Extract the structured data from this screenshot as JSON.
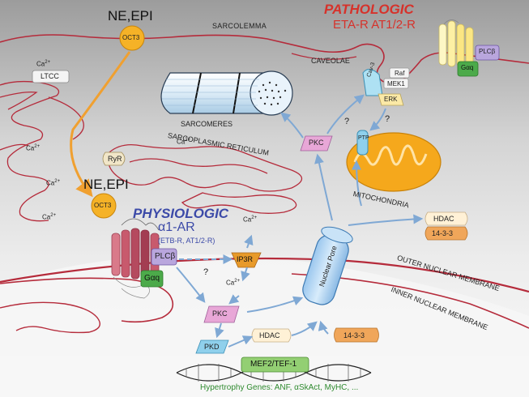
{
  "colors": {
    "membrane": "#b52b3b",
    "arrow_blue": "#7fa8d4",
    "arrow_orange": "#f0a030",
    "pathologic": "#d6322b",
    "physiologic": "#3c4aa8",
    "pkc": "#e8a7d7",
    "pkd": "#8fd0ec",
    "ip3r": "#e89a2a",
    "gaq": "#4caa4a",
    "plcb": "#b9a6dd",
    "hdac": "#fff1d6",
    "p1433": "#f0a65a",
    "mef2": "#93cf73",
    "genes_text": "#2f8a2f",
    "mito": "#f5a81c"
  },
  "labels": {
    "ne_epi_top": "NE,EPI",
    "ne_epi_mid": "NE,EPI",
    "oct3_top": "OCT3",
    "oct3_mid": "OCT3",
    "sarcolemma": "SARCOLEMMA",
    "pathologic": "PATHOLOGIC",
    "pathologic_receptors": "ETA-R AT1/2-R",
    "caveolae": "CAVEOLAE",
    "cav3": "Cav-3",
    "raf": "Raf",
    "mek1": "MEK1",
    "erk": "ERK",
    "ptp": "PTP",
    "mitochondria": "MITOCHONDRIA",
    "sarcomeres": "SARCOMERES",
    "sarcoplasmic_reticulum": "SARCOPLASMIC RETICULUM",
    "ryr": "RyR",
    "ltcc": "LTCC",
    "ca": "Ca",
    "ca_sup": "2+",
    "physiologic": "PHYSIOLOGIC",
    "a1ar_alpha": "α",
    "a1ar_rest": "1-AR",
    "etb_line": "(ETB-R, AT1/2-R)",
    "plcb_main": "PLCβ",
    "plcb_top": "PLCβ",
    "gaq_main": "Gαq",
    "gaq_top": "Gαq",
    "ip3r": "IP3R",
    "pkc_top": "PKC",
    "pkc_bottom": "PKC",
    "pkd": "PKD",
    "hdac_right": "HDAC",
    "hdac_bottom": "HDAC",
    "p1433_right": "14-3-3",
    "p1433_bottom": "14-3-3",
    "nuclear_pore": "Nuclear Pore",
    "outer_nuclear_membrane": "OUTER NUCLEAR MEMBRANE",
    "inner_nuclear_membrane": "INNER NUCLEAR MEMBRANE",
    "mef2": "MEF2/TEF-1",
    "genes": "Hypertrophy Genes: ANF, αSkAct, MyHC, ...",
    "q_mark": "?"
  }
}
